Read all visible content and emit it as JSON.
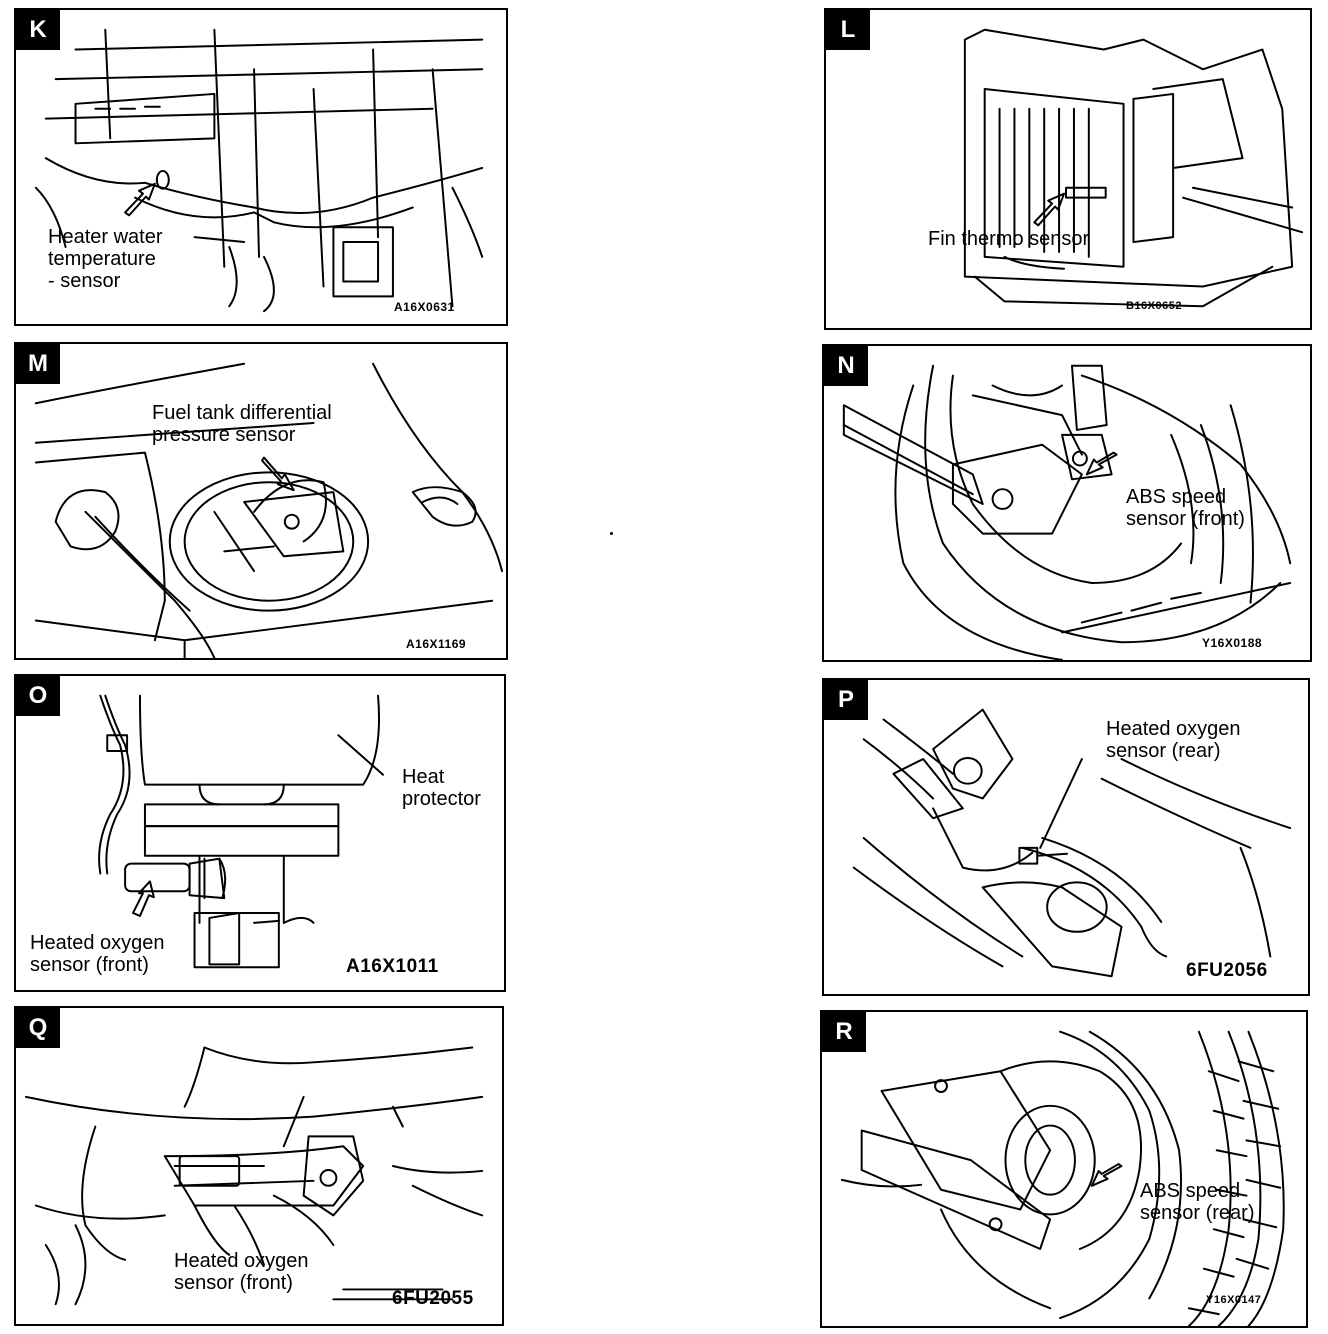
{
  "panels": {
    "k": {
      "letter": "K",
      "label": "Heater water\ntemperature\n- sensor",
      "code": "A16X0631"
    },
    "l": {
      "letter": "L",
      "label": "Fin thermo sensor",
      "code": "B16X0652"
    },
    "m": {
      "letter": "M",
      "label": "Fuel tank differential\npressure sensor",
      "code": "A16X1169"
    },
    "n": {
      "letter": "N",
      "label": "ABS speed\nsensor (front)",
      "code": "Y16X0188"
    },
    "o": {
      "letter": "O",
      "label": "Heated oxygen\nsensor (front)",
      "label2": "Heat\nprotector",
      "code": "A16X1011"
    },
    "p": {
      "letter": "P",
      "label": "Heated oxygen\nsensor (rear)",
      "code": "6FU2056"
    },
    "q": {
      "letter": "Q",
      "label": "Heated oxygen\nsensor (front)",
      "code": "6FU2055"
    },
    "r": {
      "letter": "R",
      "label": "ABS speed\nsensor (rear)",
      "code": "Y16X0147"
    }
  }
}
